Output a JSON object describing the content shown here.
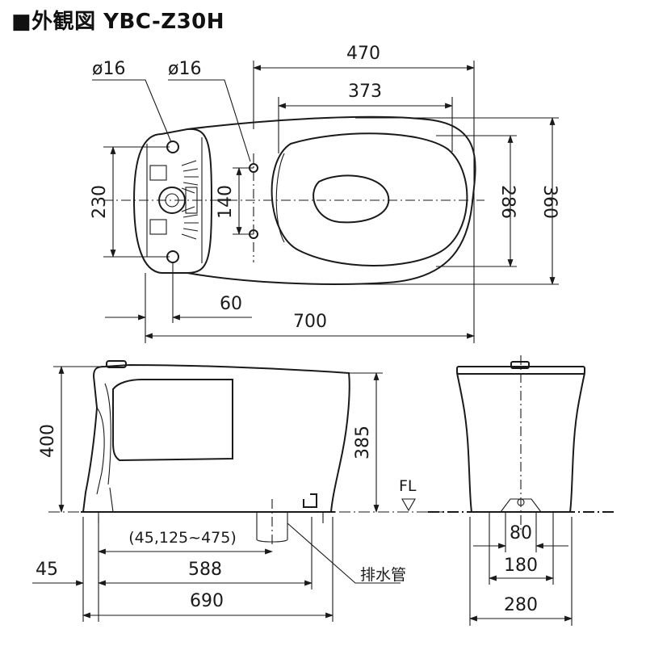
{
  "title": "■外観図 YBC-Z30H",
  "top_view": {
    "dia_left": "ø16",
    "dia_right": "ø16",
    "dim_470": "470",
    "dim_373": "373",
    "dim_230": "230",
    "dim_140": "140",
    "dim_286": "286",
    "dim_360": "360",
    "dim_60": "60",
    "dim_700": "700"
  },
  "side_view": {
    "dim_400": "400",
    "dim_385": "385",
    "floor_label": "FL",
    "dim_range": "(45,125~475)",
    "dim_45": "45",
    "dim_588": "588",
    "dim_690": "690",
    "drain_label": "排水管"
  },
  "front_view": {
    "dim_80": "80",
    "dim_180": "180",
    "dim_280": "280"
  },
  "colors": {
    "line": "#1a1a1a",
    "background": "#ffffff"
  }
}
